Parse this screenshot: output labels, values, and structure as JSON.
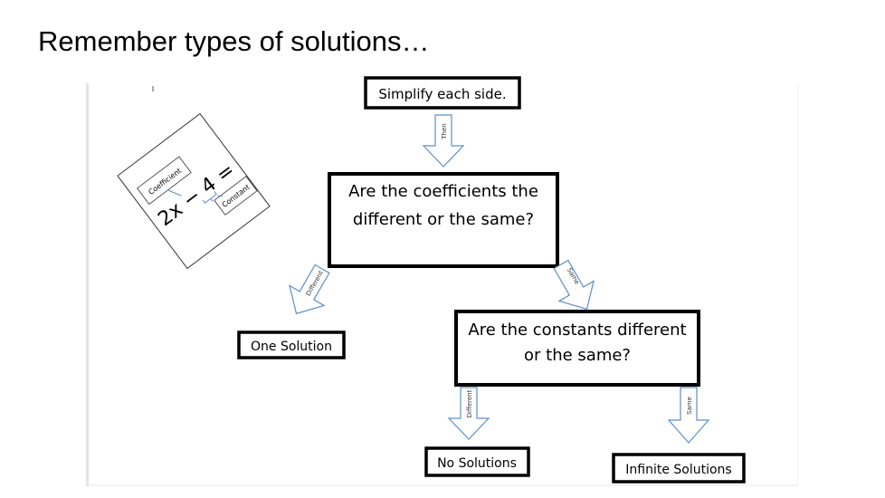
{
  "slide": {
    "title": "Remember types of solutions…"
  },
  "card": {
    "coefficient_label": "Coefficient",
    "equation": "2x − 4 =",
    "constant_label": "Constant"
  },
  "boxes": {
    "simplify": "Simplify each side.",
    "coefficients": [
      "Are the coefficients the",
      "different or the same?"
    ],
    "one_solution": "One Solution",
    "constants": [
      "Are the constants different",
      "or the same?"
    ],
    "no_solutions": "No Solutions",
    "infinite_solutions": "Infinite Solutions"
  },
  "arrows": {
    "then": "Then",
    "different_1": "Different",
    "same_1": "Same",
    "different_2": "Different",
    "same_2": "Same"
  },
  "colors": {
    "arrow": "#5b8fc7"
  }
}
